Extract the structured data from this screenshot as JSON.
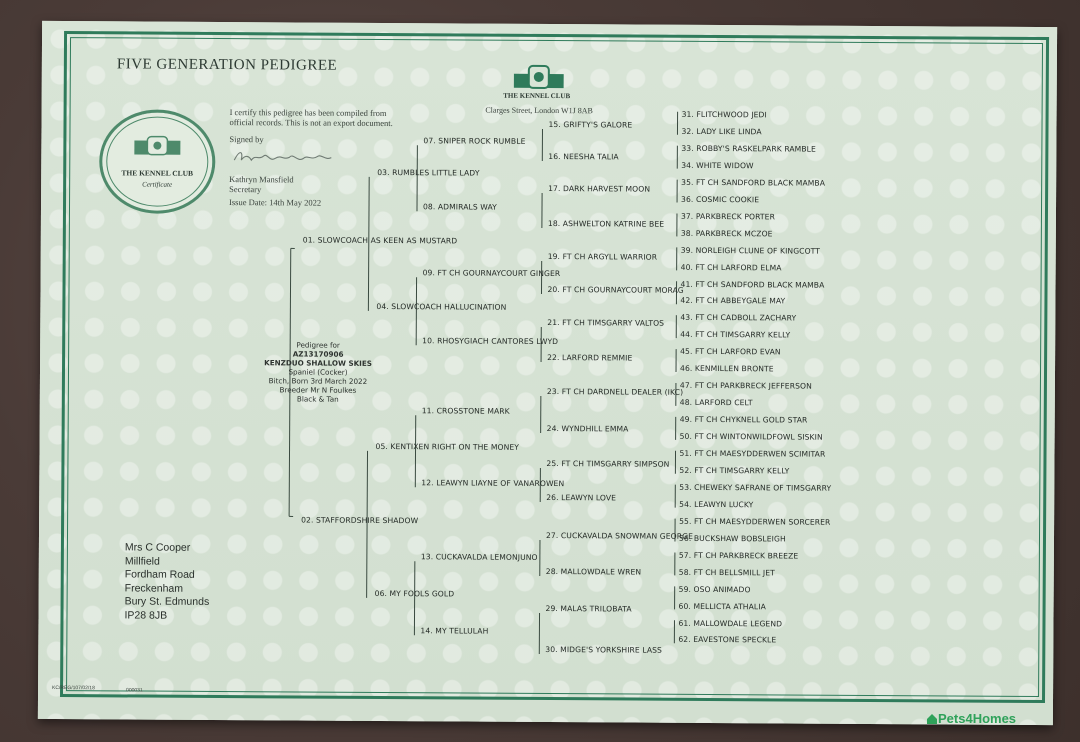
{
  "certificate": {
    "title": "FIVE GENERATION PEDIGREE",
    "certify_line1": "I certify this pedigree has been compiled from",
    "certify_line2": "official records. This is not an export document.",
    "signed_by": "Signed by",
    "signatory": "Kathryn Mansfield",
    "position": "Secretary",
    "issue_date": "Issue Date: 14th May 2022",
    "seal_title": "THE KENNEL CLUB",
    "seal_sub": "Certificate",
    "kc_name": "THE KENNEL CLUB",
    "kc_address": "Clarges Street, London W1J 8AB",
    "form_code": "KC/REG/107/02/18",
    "form_serial": "000031"
  },
  "subject": {
    "line1": "Pedigree for",
    "reg_no": "AZ13170906",
    "name": "KENZDUO SHALLOW SKIES",
    "breed": "Spaniel (Cocker)",
    "sex_born": "Bitch, Born 3rd March 2022",
    "breeder": "Breeder Mr N Foulkes",
    "colour": "Black & Tan"
  },
  "owner": [
    "Mrs C Cooper",
    "Millfield",
    "Fordham Road",
    "Freckenham",
    "Bury St. Edmunds",
    "IP28 8JB"
  ],
  "gen1": [
    "01. SLOWCOACH AS KEEN AS MUSTARD",
    "02. STAFFORDSHIRE SHADOW"
  ],
  "gen2": [
    "03. RUMBLES LITTLE LADY",
    "04. SLOWCOACH HALLUCINATION",
    "05. KENTIXEN RIGHT ON THE MONEY",
    "06. MY FOOLS GOLD"
  ],
  "gen3": [
    "07. SNIPER ROCK RUMBLE",
    "08. ADMIRALS WAY",
    "09. FT CH GOURNAYCOURT GINGER",
    "10. RHOSYGIACH CANTORES LWYD",
    "11. CROSSTONE MARK",
    "12. LEAWYN LIAYNE OF VANAROWEN",
    "13. CUCKAVALDA LEMONJUNO",
    "14. MY TELLULAH"
  ],
  "gen4": [
    "15. GRIFTY'S GALORE",
    "16. NEESHA TALIA",
    "17. DARK HARVEST MOON",
    "18. ASHWELTON KATRINE BEE",
    "19. FT CH ARGYLL WARRIOR",
    "20. FT CH GOURNAYCOURT MORAG",
    "21. FT CH TIMSGARRY VALTOS",
    "22. LARFORD REMMIE",
    "23. FT CH DARDNELL DEALER (IKC)",
    "24. WYNDHILL EMMA",
    "25. FT CH TIMSGARRY SIMPSON",
    "26. LEAWYN LOVE",
    "27. CUCKAVALDA SNOWMAN GEORGE",
    "28. MALLOWDALE WREN",
    "29. MALAS TRILOBATA",
    "30. MIDGE'S YORKSHIRE LASS"
  ],
  "gen5": [
    "31. FLITCHWOOD JEDI",
    "32. LADY LIKE LINDA",
    "33. ROBBY'S RASKELPARK RAMBLE",
    "34. WHITE WIDOW",
    "35. FT CH SANDFORD BLACK MAMBA",
    "36. COSMIC COOKIE",
    "37. PARKBRECK PORTER",
    "38. PARKBRECK MCZOE",
    "39. NORLEIGH CLUNE OF KINGCOTT",
    "40. FT CH LARFORD ELMA",
    "41. FT CH SANDFORD BLACK MAMBA",
    "42. FT CH ABBEYGALE MAY",
    "43. FT CH CADBOLL ZACHARY",
    "44. FT CH TIMSGARRY KELLY",
    "45. FT CH LARFORD EVAN",
    "46. KENMILLEN BRONTE",
    "47. FT CH PARKBRECK JEFFERSON",
    "48. LARFORD CELT",
    "49. FT CH CHYKNELL GOLD STAR",
    "50. FT CH WINTONWILDFOWL SISKIN",
    "51. FT CH MAESYDDERWEN SCIMITAR",
    "52. FT CH TIMSGARRY KELLY",
    "53. CHEWEKY SAFRANE OF TIMSGARRY",
    "54. LEAWYN LUCKY",
    "55. FT CH MAESYDDERWEN SORCERER",
    "56. BUCKSHAW BOBSLEIGH",
    "57. FT CH PARKBRECK BREEZE",
    "58. FT CH BELLSMILL JET",
    "59. OSO ANIMADO",
    "60. MELLICTA ATHALIA",
    "61. MALLOWDALE LEGEND",
    "62. EAVESTONE SPECKLE"
  ],
  "watermark": "Pets4Homes",
  "colors": {
    "border": "#2f7b5b",
    "paper": "#d8e4d6",
    "carpet": "#4a3b37",
    "brand": "#2fa25a"
  }
}
